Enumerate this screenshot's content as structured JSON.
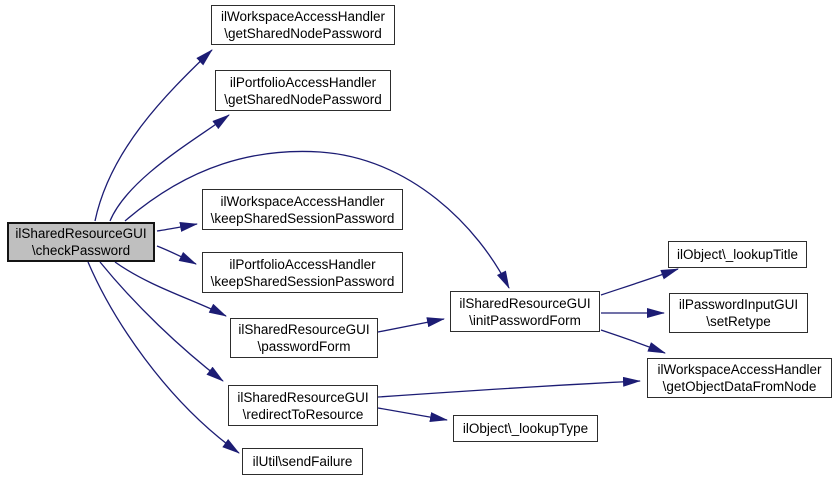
{
  "diagram": {
    "type": "call-graph",
    "colors": {
      "background": "#ffffff",
      "edge": "#1c1c74",
      "node_border": "#2d2d2d",
      "highlight_fill": "#bfbfbf",
      "text": "#000000"
    },
    "nodes": {
      "checkPassword": {
        "line1": "ilSharedResourceGUI",
        "line2": "\\checkPassword",
        "highlighted": true
      },
      "wah_getSharedNodePassword": {
        "line1": "ilWorkspaceAccessHandler",
        "line2": "\\getSharedNodePassword"
      },
      "pah_getSharedNodePassword": {
        "line1": "ilPortfolioAccessHandler",
        "line2": "\\getSharedNodePassword"
      },
      "wah_keepSharedSessionPassword": {
        "line1": "ilWorkspaceAccessHandler",
        "line2": "\\keepSharedSessionPassword"
      },
      "pah_keepSharedSessionPassword": {
        "line1": "ilPortfolioAccessHandler",
        "line2": "\\keepSharedSessionPassword"
      },
      "passwordForm": {
        "line1": "ilSharedResourceGUI",
        "line2": "\\passwordForm"
      },
      "redirectToResource": {
        "line1": "ilSharedResourceGUI",
        "line2": "\\redirectToResource"
      },
      "sendFailure": {
        "line1": "ilUtil\\sendFailure"
      },
      "initPasswordForm": {
        "line1": "ilSharedResourceGUI",
        "line2": "\\initPasswordForm"
      },
      "lookupTitle": {
        "line1": "ilObject\\_lookupTitle"
      },
      "setRetype": {
        "line1": "ilPasswordInputGUI",
        "line2": "\\setRetype"
      },
      "getObjectDataFromNode": {
        "line1": "ilWorkspaceAccessHandler",
        "line2": "\\getObjectDataFromNode"
      },
      "lookupType": {
        "line1": "ilObject\\_lookupType"
      }
    },
    "edges": [
      {
        "from": "checkPassword",
        "to": "wah_getSharedNodePassword"
      },
      {
        "from": "checkPassword",
        "to": "pah_getSharedNodePassword"
      },
      {
        "from": "checkPassword",
        "to": "initPasswordForm"
      },
      {
        "from": "checkPassword",
        "to": "wah_keepSharedSessionPassword"
      },
      {
        "from": "checkPassword",
        "to": "pah_keepSharedSessionPassword"
      },
      {
        "from": "checkPassword",
        "to": "passwordForm"
      },
      {
        "from": "checkPassword",
        "to": "redirectToResource"
      },
      {
        "from": "checkPassword",
        "to": "sendFailure"
      },
      {
        "from": "passwordForm",
        "to": "initPasswordForm"
      },
      {
        "from": "initPasswordForm",
        "to": "lookupTitle"
      },
      {
        "from": "initPasswordForm",
        "to": "setRetype"
      },
      {
        "from": "initPasswordForm",
        "to": "getObjectDataFromNode"
      },
      {
        "from": "redirectToResource",
        "to": "getObjectDataFromNode"
      },
      {
        "from": "redirectToResource",
        "to": "lookupType"
      }
    ]
  }
}
